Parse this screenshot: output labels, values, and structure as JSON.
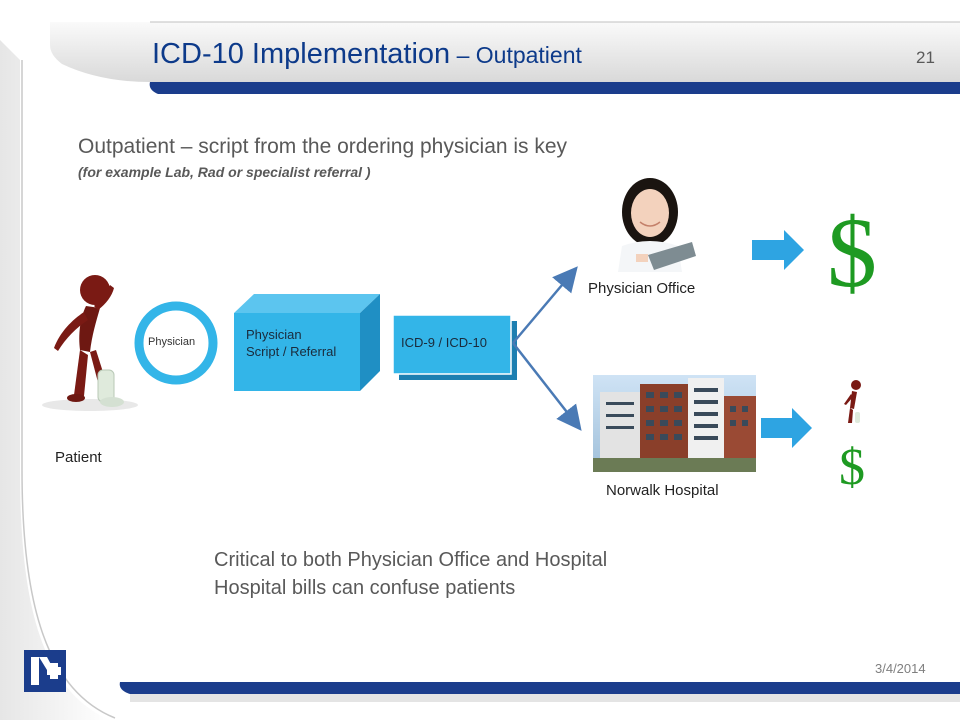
{
  "slide": {
    "title_main": "ICD-10 Implementation",
    "title_sep": " – ",
    "title_sub": "Outpatient",
    "number": "21",
    "date": "3/4/2014"
  },
  "content": {
    "subtitle": "Outpatient – script from the ordering physician is key",
    "subtitle_example": "(for example Lab, Rad or  specialist referral )",
    "critical_line1": "Critical to both Physician Office and Hospital",
    "critical_line2": "Hospital bills can confuse patients"
  },
  "flow": {
    "patient_label": "Patient",
    "physician_circle_label": "Physician",
    "script_box_line1": "Physician",
    "script_box_line2": "Script / Referral",
    "icd_box_label": "ICD-9 / ICD-10",
    "office_label": "Physician Office",
    "hospital_label": "Norwalk Hospital",
    "dollar_large": "$",
    "dollar_small": "$"
  },
  "colors": {
    "title": "#0d3a8a",
    "header_band": "#1b3d8c",
    "box_fill": "#33b5e8",
    "arrow_fill": "#2ea4e2",
    "dollar": "#1e9a22",
    "connector": "#4a7ab5"
  }
}
